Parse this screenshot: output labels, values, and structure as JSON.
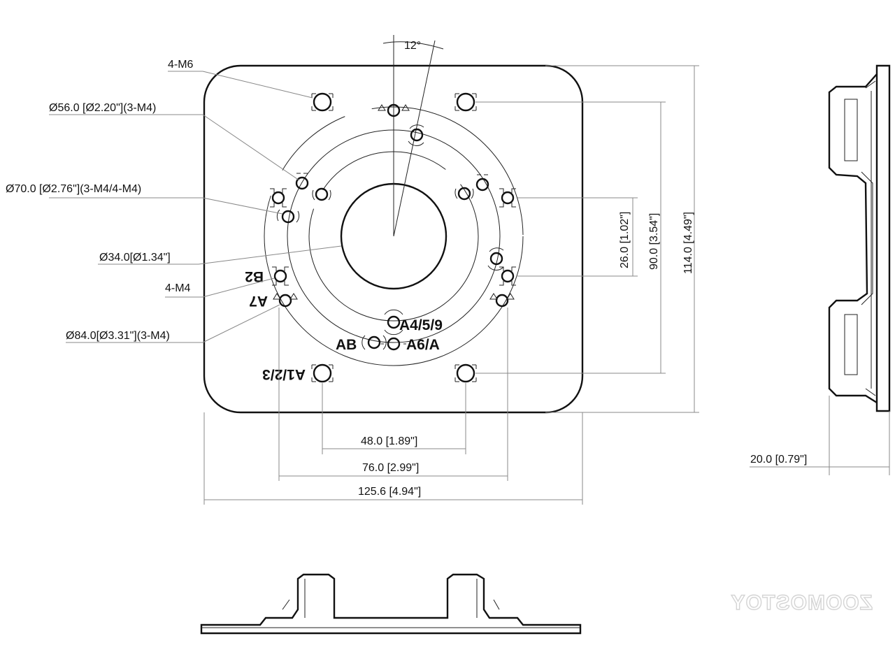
{
  "drawing": {
    "angle_label": "12°",
    "callouts": {
      "m6_holes": "4-M6",
      "circle_56": "Ø56.0 [Ø2.20\"](3-M4)",
      "circle_70": "Ø70.0 [Ø2.76\"](3-M4/4-M4)",
      "center_hole": "Ø34.0[Ø1.34\"]",
      "m4_holes": "4-M4",
      "circle_84": "Ø84.0[Ø3.31\"](3-M4)"
    },
    "dimensions": {
      "spacing_48": "48.0 [1.89\"]",
      "spacing_76": "76.0 [2.99\"]",
      "width_125": "125.6 [4.94\"]",
      "height_26": "26.0 [1.02\"]",
      "height_90": "90.0 [3.54\"]",
      "height_114": "114.0 [4.49\"]",
      "depth_20": "20.0 [0.79\"]"
    },
    "hole_marks": {
      "a123": "A1/2/3",
      "b2": "B2",
      "a7": "A7",
      "a459": "A4/5/9",
      "ab": "AB",
      "a6a": "A6/A"
    },
    "watermark": "ZOOMOSTOY"
  }
}
